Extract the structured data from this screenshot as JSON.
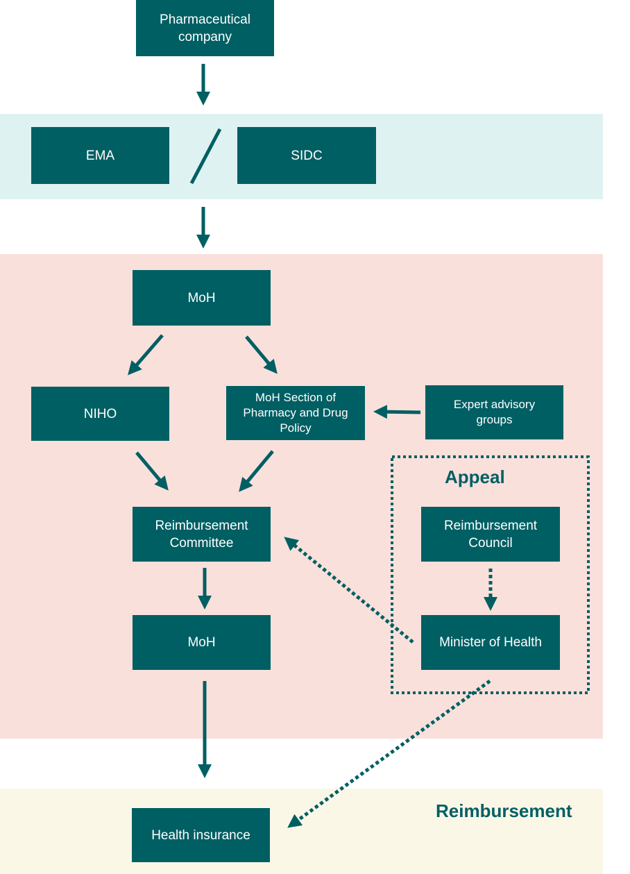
{
  "nodes": {
    "pharma": "Pharmaceutical\ncompany",
    "ema": "EMA",
    "sidc": "SIDC",
    "moh_top": "MoH",
    "niho": "NIHO",
    "moh_section": "MoH Section of\nPharmacy and Drug\nPolicy",
    "expert": "Expert advisory\ngroups",
    "reimb_committee": "Reimbursement\nCommittee",
    "moh_bottom": "MoH",
    "reimb_council": "Reimbursement\nCouncil",
    "minister": "Minister of Health",
    "health_insurance": "Health insurance"
  },
  "labels": {
    "appeal": "Appeal",
    "reimbursement": "Reimbursement"
  },
  "colors": {
    "node_fill": "#005f63",
    "node_text": "#ffffff",
    "band_registration": "#dff2f2",
    "band_ministry": "#f9e0db",
    "band_reimbursement": "#fbf7e7",
    "label_text": "#005f63"
  }
}
